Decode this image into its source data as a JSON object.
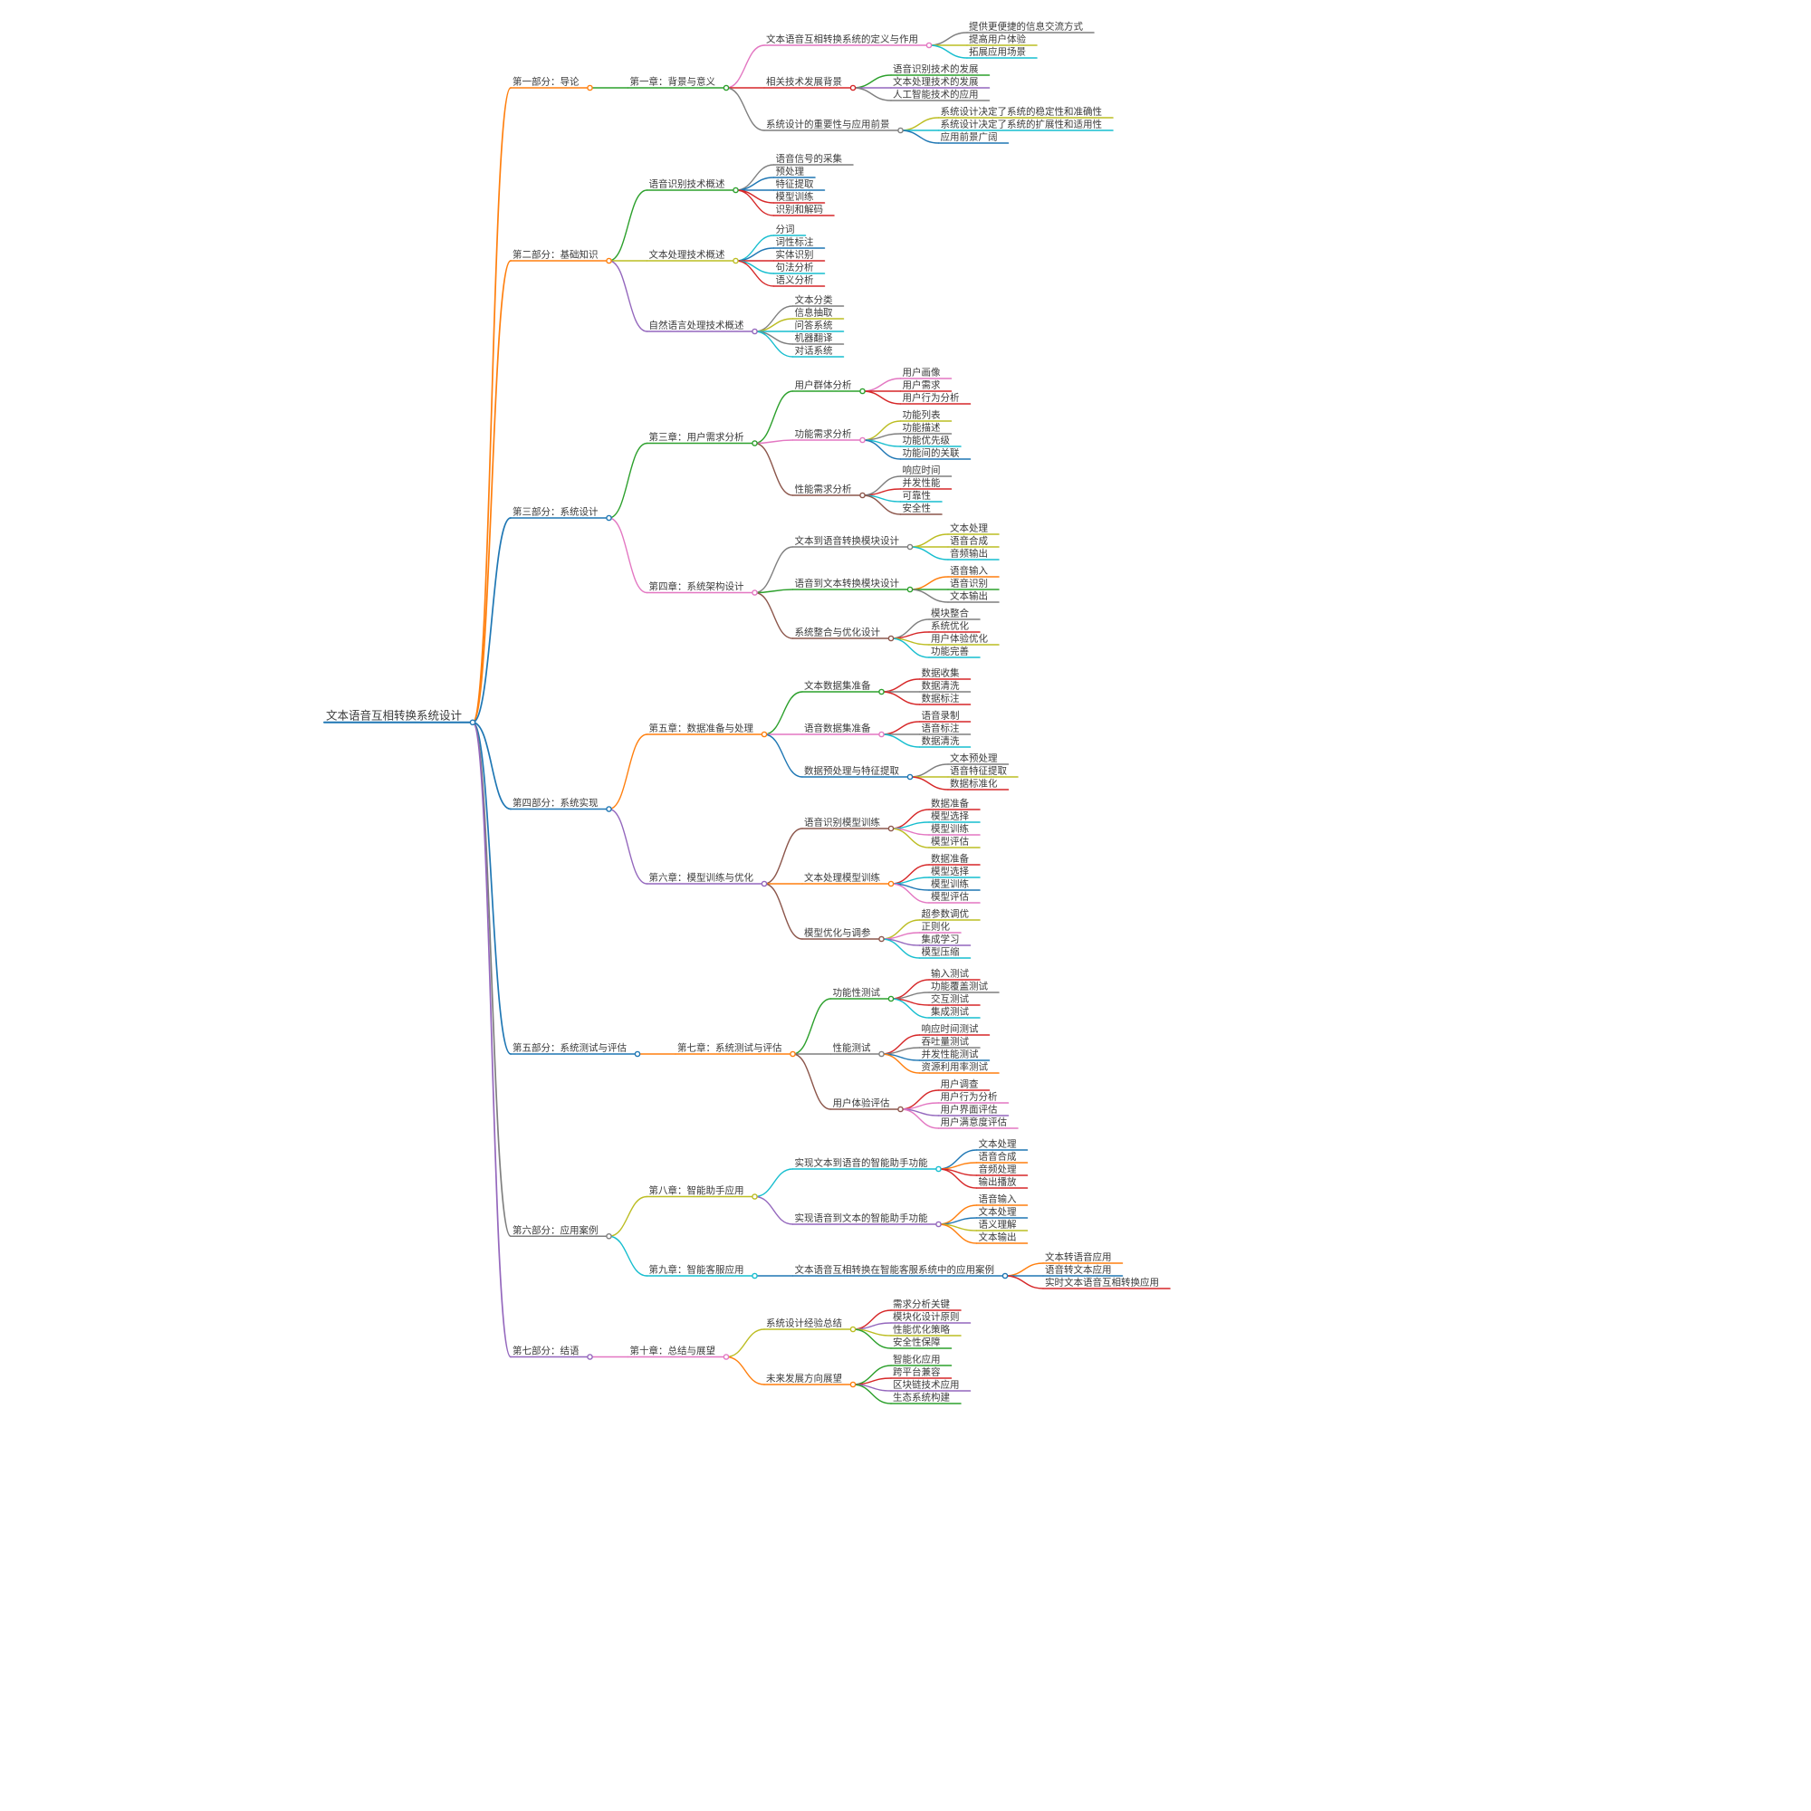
{
  "palette": [
    "#1f77b4",
    "#ff7f0e",
    "#2ca02c",
    "#d62728",
    "#9467bd",
    "#8c564b",
    "#e377c2",
    "#7f7f7f",
    "#bcbd22",
    "#17becf"
  ],
  "background": "#ffffff",
  "tree": {
    "t": "文本语音互相转换系统设计",
    "c": 0,
    "children": [
      {
        "t": "第一部分：导论",
        "c": 1,
        "children": [
          {
            "t": "第一章：背景与意义",
            "c": 2,
            "children": [
              {
                "t": "文本语音互相转换系统的定义与作用",
                "c": 6,
                "children": [
                  {
                    "t": "提供更便捷的信息交流方式",
                    "c": 7
                  },
                  {
                    "t": "提高用户体验",
                    "c": 8
                  },
                  {
                    "t": "拓展应用场景",
                    "c": 9
                  }
                ]
              },
              {
                "t": "相关技术发展背景",
                "c": 3,
                "children": [
                  {
                    "t": "语音识别技术的发展",
                    "c": 2
                  },
                  {
                    "t": "文本处理技术的发展",
                    "c": 4
                  },
                  {
                    "t": "人工智能技术的应用",
                    "c": 7
                  }
                ]
              },
              {
                "t": "系统设计的重要性与应用前景",
                "c": 7,
                "children": [
                  {
                    "t": "系统设计决定了系统的稳定性和准确性",
                    "c": 8
                  },
                  {
                    "t": "系统设计决定了系统的扩展性和适用性",
                    "c": 9
                  },
                  {
                    "t": "应用前景广阔",
                    "c": 0
                  }
                ]
              }
            ]
          }
        ]
      },
      {
        "t": "第二部分：基础知识",
        "c": 1,
        "children": [
          {
            "t": "语音识别技术概述",
            "c": 2,
            "children": [
              {
                "t": "语音信号的采集",
                "c": 7
              },
              {
                "t": "预处理",
                "c": 0
              },
              {
                "t": "特征提取",
                "c": 0
              },
              {
                "t": "模型训练",
                "c": 3
              },
              {
                "t": "识别和解码",
                "c": 3
              }
            ]
          },
          {
            "t": "文本处理技术概述",
            "c": 8,
            "children": [
              {
                "t": "分词",
                "c": 9
              },
              {
                "t": "词性标注",
                "c": 0
              },
              {
                "t": "实体识别",
                "c": 3
              },
              {
                "t": "句法分析",
                "c": 9
              },
              {
                "t": "语义分析",
                "c": 3
              }
            ]
          },
          {
            "t": "自然语言处理技术概述",
            "c": 4,
            "children": [
              {
                "t": "文本分类",
                "c": 7
              },
              {
                "t": "信息抽取",
                "c": 8
              },
              {
                "t": "问答系统",
                "c": 9
              },
              {
                "t": "机器翻译",
                "c": 7
              },
              {
                "t": "对话系统",
                "c": 9
              }
            ]
          }
        ]
      },
      {
        "t": "第三部分：系统设计",
        "c": 0,
        "children": [
          {
            "t": "第三章：用户需求分析",
            "c": 2,
            "children": [
              {
                "t": "用户群体分析",
                "c": 2,
                "children": [
                  {
                    "t": "用户画像",
                    "c": 6
                  },
                  {
                    "t": "用户需求",
                    "c": 3
                  },
                  {
                    "t": "用户行为分析",
                    "c": 3
                  }
                ]
              },
              {
                "t": "功能需求分析",
                "c": 6,
                "children": [
                  {
                    "t": "功能列表",
                    "c": 8
                  },
                  {
                    "t": "功能描述",
                    "c": 7
                  },
                  {
                    "t": "功能优先级",
                    "c": 9
                  },
                  {
                    "t": "功能间的关联",
                    "c": 0
                  }
                ]
              },
              {
                "t": "性能需求分析",
                "c": 5,
                "children": [
                  {
                    "t": "响应时间",
                    "c": 7
                  },
                  {
                    "t": "并发性能",
                    "c": 3
                  },
                  {
                    "t": "可靠性",
                    "c": 9
                  },
                  {
                    "t": "安全性",
                    "c": 5
                  }
                ]
              }
            ]
          },
          {
            "t": "第四章：系统架构设计",
            "c": 6,
            "children": [
              {
                "t": "文本到语音转换模块设计",
                "c": 7,
                "children": [
                  {
                    "t": "文本处理",
                    "c": 8
                  },
                  {
                    "t": "语音合成",
                    "c": 8
                  },
                  {
                    "t": "音频输出",
                    "c": 9
                  }
                ]
              },
              {
                "t": "语音到文本转换模块设计",
                "c": 2,
                "children": [
                  {
                    "t": "语音输入",
                    "c": 1
                  },
                  {
                    "t": "语音识别",
                    "c": 2
                  },
                  {
                    "t": "文本输出",
                    "c": 7
                  }
                ]
              },
              {
                "t": "系统整合与优化设计",
                "c": 5,
                "children": [
                  {
                    "t": "模块整合",
                    "c": 7
                  },
                  {
                    "t": "系统优化",
                    "c": 3
                  },
                  {
                    "t": "用户体验优化",
                    "c": 8
                  },
                  {
                    "t": "功能完善",
                    "c": 9
                  }
                ]
              }
            ]
          }
        ]
      },
      {
        "t": "第四部分：系统实现",
        "c": 0,
        "children": [
          {
            "t": "第五章：数据准备与处理",
            "c": 1,
            "children": [
              {
                "t": "文本数据集准备",
                "c": 2,
                "children": [
                  {
                    "t": "数据收集",
                    "c": 3
                  },
                  {
                    "t": "数据清洗",
                    "c": 7
                  },
                  {
                    "t": "数据标注",
                    "c": 3
                  }
                ]
              },
              {
                "t": "语音数据集准备",
                "c": 6,
                "children": [
                  {
                    "t": "语音录制",
                    "c": 3
                  },
                  {
                    "t": "语音标注",
                    "c": 7
                  },
                  {
                    "t": "数据清洗",
                    "c": 9
                  }
                ]
              },
              {
                "t": "数据预处理与特征提取",
                "c": 0,
                "children": [
                  {
                    "t": "文本预处理",
                    "c": 7
                  },
                  {
                    "t": "语音特征提取",
                    "c": 8
                  },
                  {
                    "t": "数据标准化",
                    "c": 3
                  }
                ]
              }
            ]
          },
          {
            "t": "第六章：模型训练与优化",
            "c": 4,
            "children": [
              {
                "t": "语音识别模型训练",
                "c": 5,
                "children": [
                  {
                    "t": "数据准备",
                    "c": 3
                  },
                  {
                    "t": "模型选择",
                    "c": 9
                  },
                  {
                    "t": "模型训练",
                    "c": 6
                  },
                  {
                    "t": "模型评估",
                    "c": 8
                  }
                ]
              },
              {
                "t": "文本处理模型训练",
                "c": 1,
                "children": [
                  {
                    "t": "数据准备",
                    "c": 3
                  },
                  {
                    "t": "模型选择",
                    "c": 9
                  },
                  {
                    "t": "模型训练",
                    "c": 0
                  },
                  {
                    "t": "模型评估",
                    "c": 6
                  }
                ]
              },
              {
                "t": "模型优化与调参",
                "c": 5,
                "children": [
                  {
                    "t": "超参数调优",
                    "c": 8
                  },
                  {
                    "t": "正则化",
                    "c": 6
                  },
                  {
                    "t": "集成学习",
                    "c": 4
                  },
                  {
                    "t": "模型压缩",
                    "c": 9
                  }
                ]
              }
            ]
          }
        ]
      },
      {
        "t": "第五部分：系统测试与评估",
        "c": 0,
        "children": [
          {
            "t": "第七章：系统测试与评估",
            "c": 1,
            "children": [
              {
                "t": "功能性测试",
                "c": 2,
                "children": [
                  {
                    "t": "输入测试",
                    "c": 3
                  },
                  {
                    "t": "功能覆盖测试",
                    "c": 7
                  },
                  {
                    "t": "交互测试",
                    "c": 3
                  },
                  {
                    "t": "集成测试",
                    "c": 9
                  }
                ]
              },
              {
                "t": "性能测试",
                "c": 7,
                "children": [
                  {
                    "t": "响应时间测试",
                    "c": 3
                  },
                  {
                    "t": "吞吐量测试",
                    "c": 7
                  },
                  {
                    "t": "并发性能测试",
                    "c": 0
                  },
                  {
                    "t": "资源利用率测试",
                    "c": 1
                  }
                ]
              },
              {
                "t": "用户体验评估",
                "c": 5,
                "children": [
                  {
                    "t": "用户调查",
                    "c": 3
                  },
                  {
                    "t": "用户行为分析",
                    "c": 6
                  },
                  {
                    "t": "用户界面评估",
                    "c": 4
                  },
                  {
                    "t": "用户满意度评估",
                    "c": 6
                  }
                ]
              }
            ]
          }
        ]
      },
      {
        "t": "第六部分：应用案例",
        "c": 7,
        "children": [
          {
            "t": "第八章：智能助手应用",
            "c": 8,
            "children": [
              {
                "t": "实现文本到语音的智能助手功能",
                "c": 9,
                "children": [
                  {
                    "t": "文本处理",
                    "c": 0
                  },
                  {
                    "t": "语音合成",
                    "c": 1
                  },
                  {
                    "t": "音频处理",
                    "c": 3
                  },
                  {
                    "t": "输出播放",
                    "c": 3
                  }
                ]
              },
              {
                "t": "实现语音到文本的智能助手功能",
                "c": 4,
                "children": [
                  {
                    "t": "语音输入",
                    "c": 1
                  },
                  {
                    "t": "文本处理",
                    "c": 0
                  },
                  {
                    "t": "语义理解",
                    "c": 8
                  },
                  {
                    "t": "文本输出",
                    "c": 1
                  }
                ]
              }
            ]
          },
          {
            "t": "第九章：智能客服应用",
            "c": 9,
            "children": [
              {
                "t": "文本语音互相转换在智能客服系统中的应用案例",
                "c": 0,
                "children": [
                  {
                    "t": "文本转语音应用",
                    "c": 1
                  },
                  {
                    "t": "语音转文本应用",
                    "c": 0
                  },
                  {
                    "t": "实时文本语音互相转换应用",
                    "c": 3
                  }
                ]
              }
            ]
          }
        ]
      },
      {
        "t": "第七部分：结语",
        "c": 4,
        "children": [
          {
            "t": "第十章：总结与展望",
            "c": 6,
            "children": [
              {
                "t": "系统设计经验总结",
                "c": 8,
                "children": [
                  {
                    "t": "需求分析关键",
                    "c": 3
                  },
                  {
                    "t": "模块化设计原则",
                    "c": 4
                  },
                  {
                    "t": "性能优化策略",
                    "c": 8
                  },
                  {
                    "t": "安全性保障",
                    "c": 2
                  }
                ]
              },
              {
                "t": "未来发展方向展望",
                "c": 1,
                "children": [
                  {
                    "t": "智能化应用",
                    "c": 2
                  },
                  {
                    "t": "跨平台兼容",
                    "c": 3
                  },
                  {
                    "t": "区块链技术应用",
                    "c": 4
                  },
                  {
                    "t": "生态系统构建",
                    "c": 2
                  }
                ]
              }
            ]
          }
        ]
      }
    ]
  }
}
